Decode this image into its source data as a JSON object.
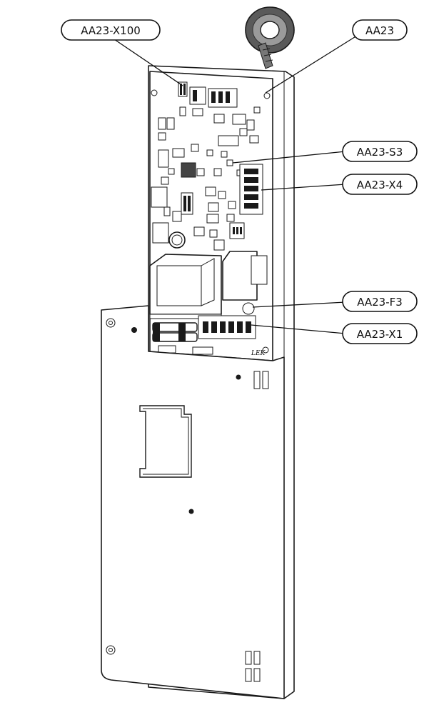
{
  "labels": {
    "x100": "AA23-X100",
    "aa23": "AA23",
    "s3": "AA23-S3",
    "x4": "AA23-X4",
    "f3": "AA23-F3",
    "x1": "AA23-X1"
  },
  "board_marking": "LEK"
}
